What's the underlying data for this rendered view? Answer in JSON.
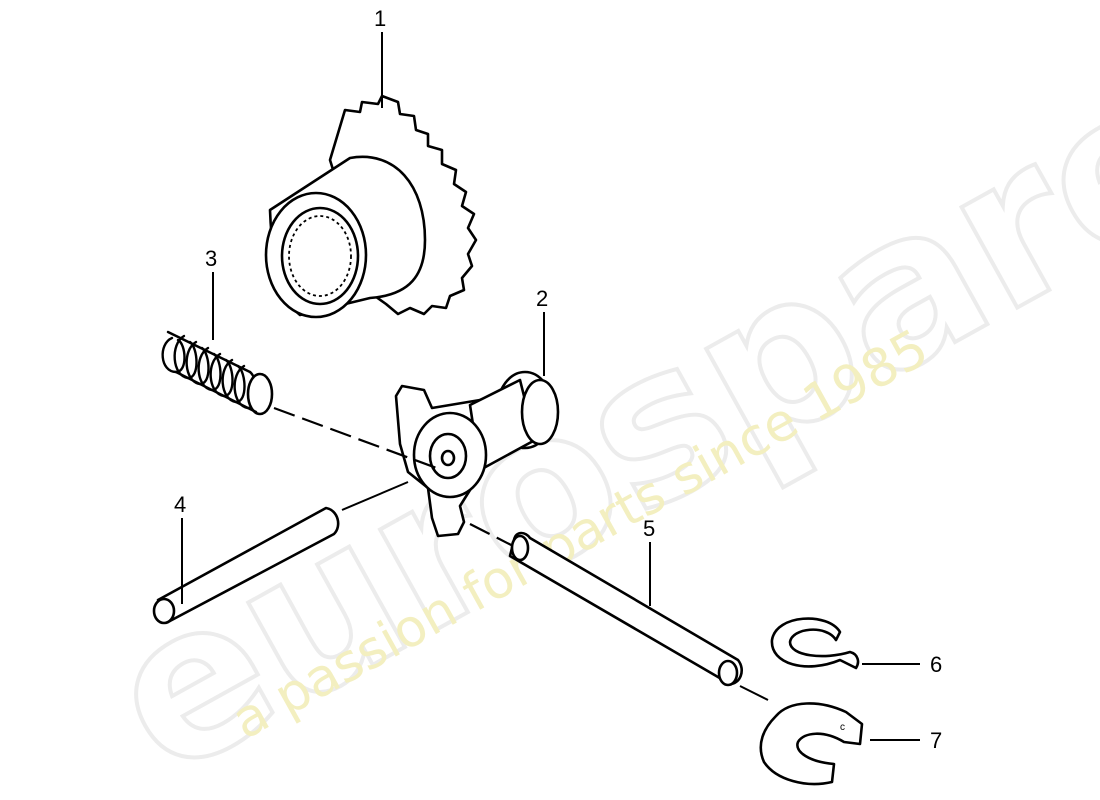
{
  "watermark": {
    "brand": "eurospares",
    "tagline": "a passion for parts since 1985"
  },
  "callouts": {
    "c1": "1",
    "c2": "2",
    "c3": "3",
    "c4": "4",
    "c5": "5",
    "c6": "6",
    "c7": "7"
  },
  "colors": {
    "lines": "#000000",
    "background": "#ffffff",
    "watermark_brand": "#ececec",
    "watermark_tagline": "#f3efc0"
  }
}
